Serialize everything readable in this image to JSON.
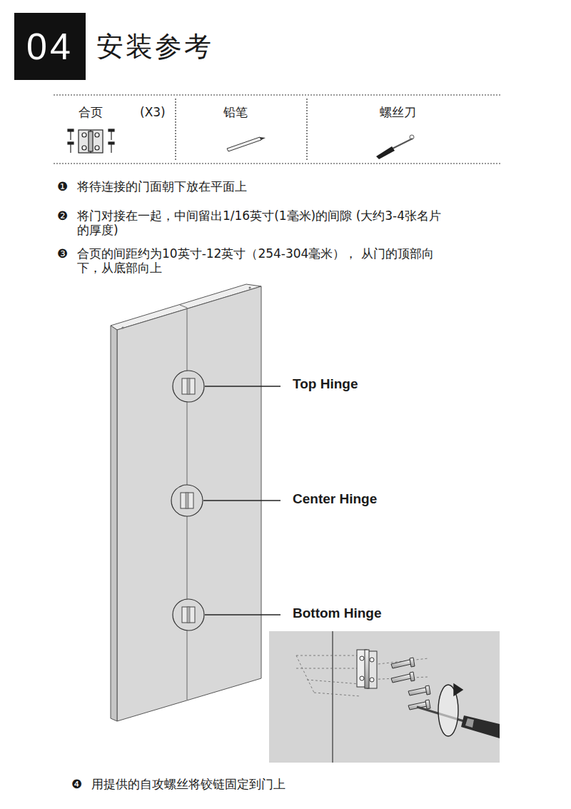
{
  "diagram": {
    "title": "安装参考",
    "nodes": [
      {
        "text": [
          "04"
        ]
      }
    ],
    "labels": [
      "合页",
      "(X3)",
      "铅笔",
      "螺丝刀",
      "❶",
      "将待连接的门面朝下放在平面上",
      "❷",
      "将门对接在一起，中间留出1/16英寸(1毫米)的间隙 (大约3-4张名片的厚度)",
      "❸",
      "合页的间距约为10英寸-12英寸（254-304毫米）， 从门的顶部向下，从底部向上",
      "Top Hinge",
      "Center Hinge",
      "Bottom Hinge",
      "❹",
      "用提供的自攻螺丝将铰链固定到门上"
    ]
  }
}
